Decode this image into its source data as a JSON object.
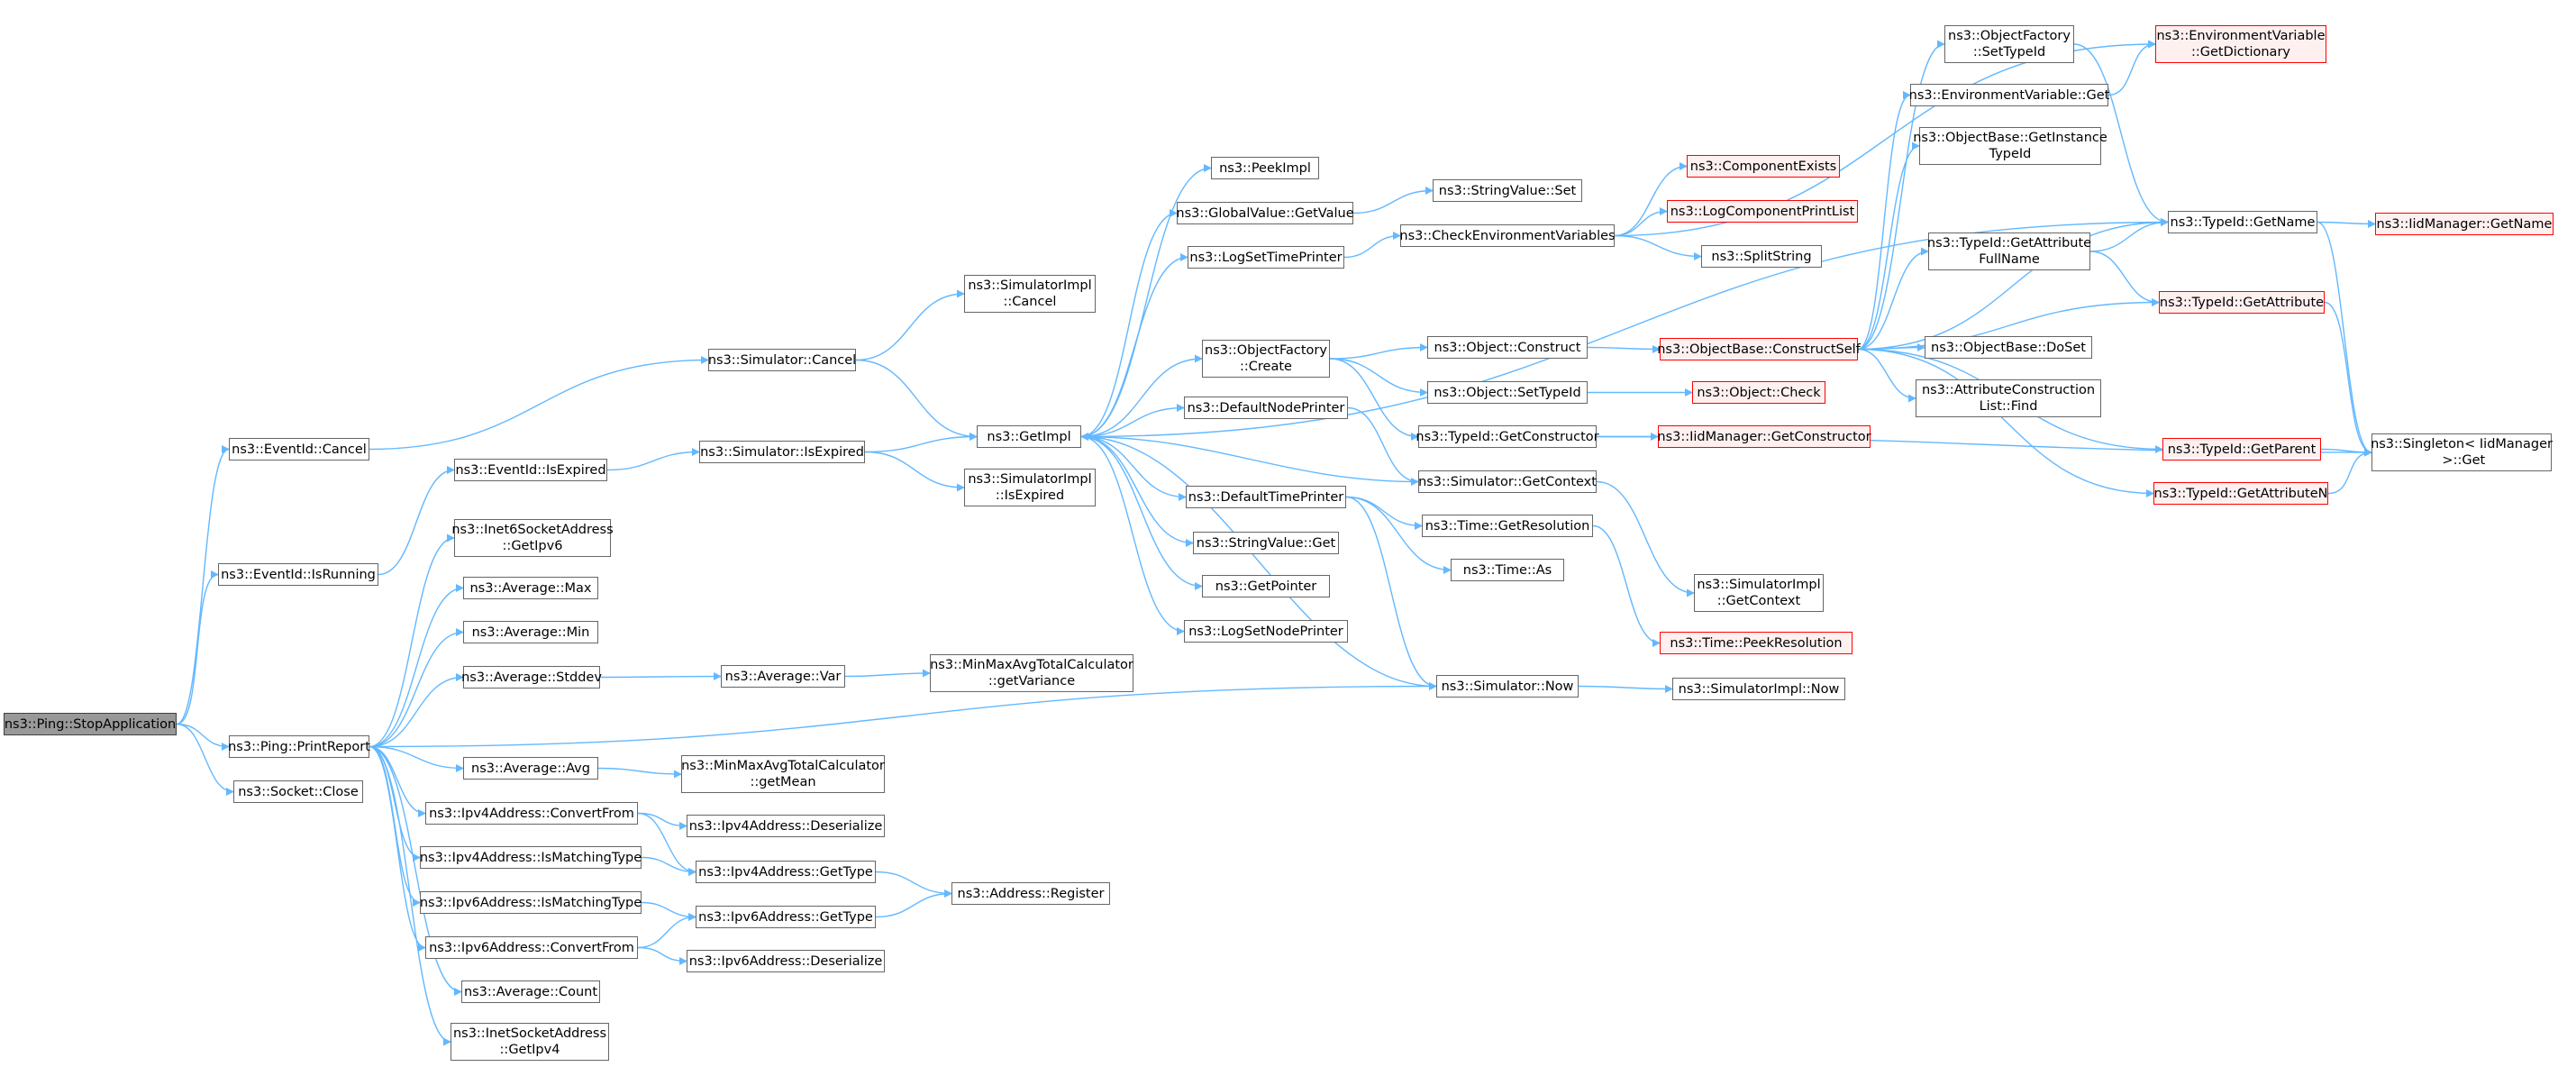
{
  "colors": {
    "edge": "#63b8ff",
    "node_border": "#666666",
    "incomplete_border": "#ff0000",
    "incomplete_fill": "#fff0f0",
    "current_fill": "#999999"
  },
  "nodes": {
    "stopapp": "ns3::Ping::StopApplication",
    "eid_cancel": "ns3::EventId::Cancel",
    "eid_isrunning": "ns3::EventId::IsRunning",
    "printreport": "ns3::Ping::PrintReport",
    "socket_close": "ns3::Socket::Close",
    "eid_isexpired": "ns3::EventId::IsExpired",
    "sim_cancel": "ns3::Simulator::Cancel",
    "sim_isexpired": "ns3::Simulator::IsExpired",
    "simimpl_cancel": "ns3::SimulatorImpl\n::Cancel",
    "simimpl_isexpired": "ns3::SimulatorImpl\n::IsExpired",
    "getimpl": "ns3::GetImpl",
    "inet6_getipv6": "ns3::Inet6SocketAddress\n::GetIpv6",
    "avg_max": "ns3::Average::Max",
    "avg_min": "ns3::Average::Min",
    "avg_stddev": "ns3::Average::Stddev",
    "avg_var": "ns3::Average::Var",
    "mmatc_getvariance": "ns3::MinMaxAvgTotalCalculator\n::getVariance",
    "avg_avg": "ns3::Average::Avg",
    "mmatc_getmean": "ns3::MinMaxAvgTotalCalculator\n::getMean",
    "ipv4_convertfrom": "ns3::Ipv4Address::ConvertFrom",
    "ipv4_ismatching": "ns3::Ipv4Address::IsMatchingType",
    "ipv6_ismatching": "ns3::Ipv6Address::IsMatchingType",
    "ipv6_convertfrom": "ns3::Ipv6Address::ConvertFrom",
    "avg_count": "ns3::Average::Count",
    "inet_getipv4": "ns3::InetSocketAddress\n::GetIpv4",
    "ipv4_deserialize": "ns3::Ipv4Address::Deserialize",
    "ipv4_gettype": "ns3::Ipv4Address::GetType",
    "ipv6_gettype": "ns3::Ipv6Address::GetType",
    "ipv6_deserialize": "ns3::Ipv6Address::Deserialize",
    "addr_register": "ns3::Address::Register",
    "peekimpl": "ns3::PeekImpl",
    "gv_getvalue": "ns3::GlobalValue::GetValue",
    "logsettimeprinter": "ns3::LogSetTimePrinter",
    "of_create": "ns3::ObjectFactory\n::Create",
    "defaultnodeprinter": "ns3::DefaultNodePrinter",
    "defaulttimeprinter": "ns3::DefaultTimePrinter",
    "sv_get": "ns3::StringValue::Get",
    "getpointer": "ns3::GetPointer",
    "logsetnodeprinter": "ns3::LogSetNodePrinter",
    "sv_set": "ns3::StringValue::Set",
    "checkenv": "ns3::CheckEnvironmentVariables",
    "obj_construct": "ns3::Object::Construct",
    "obj_settypeid": "ns3::Object::SetTypeId",
    "tid_getconstructor": "ns3::TypeId::GetConstructor",
    "sim_getcontext": "ns3::Simulator::GetContext",
    "time_getresolution": "ns3::Time::GetResolution",
    "time_as": "ns3::Time::As",
    "sim_now": "ns3::Simulator::Now",
    "simimpl_now": "ns3::SimulatorImpl::Now",
    "simimpl_getcontext": "ns3::SimulatorImpl\n::GetContext",
    "time_peekresolution": "ns3::Time::PeekResolution",
    "componentexists": "ns3::ComponentExists",
    "logcomponentprintlist": "ns3::LogComponentPrintList",
    "splitstring": "ns3::SplitString",
    "objbase_constructself": "ns3::ObjectBase::ConstructSelf",
    "obj_check": "ns3::Object::Check",
    "iidmgr_getconstructor": "ns3::IidManager::GetConstructor",
    "of_settypeid": "ns3::ObjectFactory\n::SetTypeId",
    "envvar_get": "ns3::EnvironmentVariable::Get",
    "objbase_getinstancetypeid": "ns3::ObjectBase::GetInstance\nTypeId",
    "tid_getattributefullname": "ns3::TypeId::GetAttribute\nFullName",
    "objbase_doset": "ns3::ObjectBase::DoSet",
    "attrconstruction_find": "ns3::AttributeConstruction\nList::Find",
    "envvar_getdictionary": "ns3::EnvironmentVariable\n::GetDictionary",
    "tid_getname": "ns3::TypeId::GetName",
    "tid_getattribute": "ns3::TypeId::GetAttribute",
    "tid_getparent": "ns3::TypeId::GetParent",
    "tid_getattributen": "ns3::TypeId::GetAttributeN",
    "iidmgr_getname": "ns3::IidManager::GetName",
    "singleton_get": "ns3::Singleton< IidManager\n >::Get"
  }
}
